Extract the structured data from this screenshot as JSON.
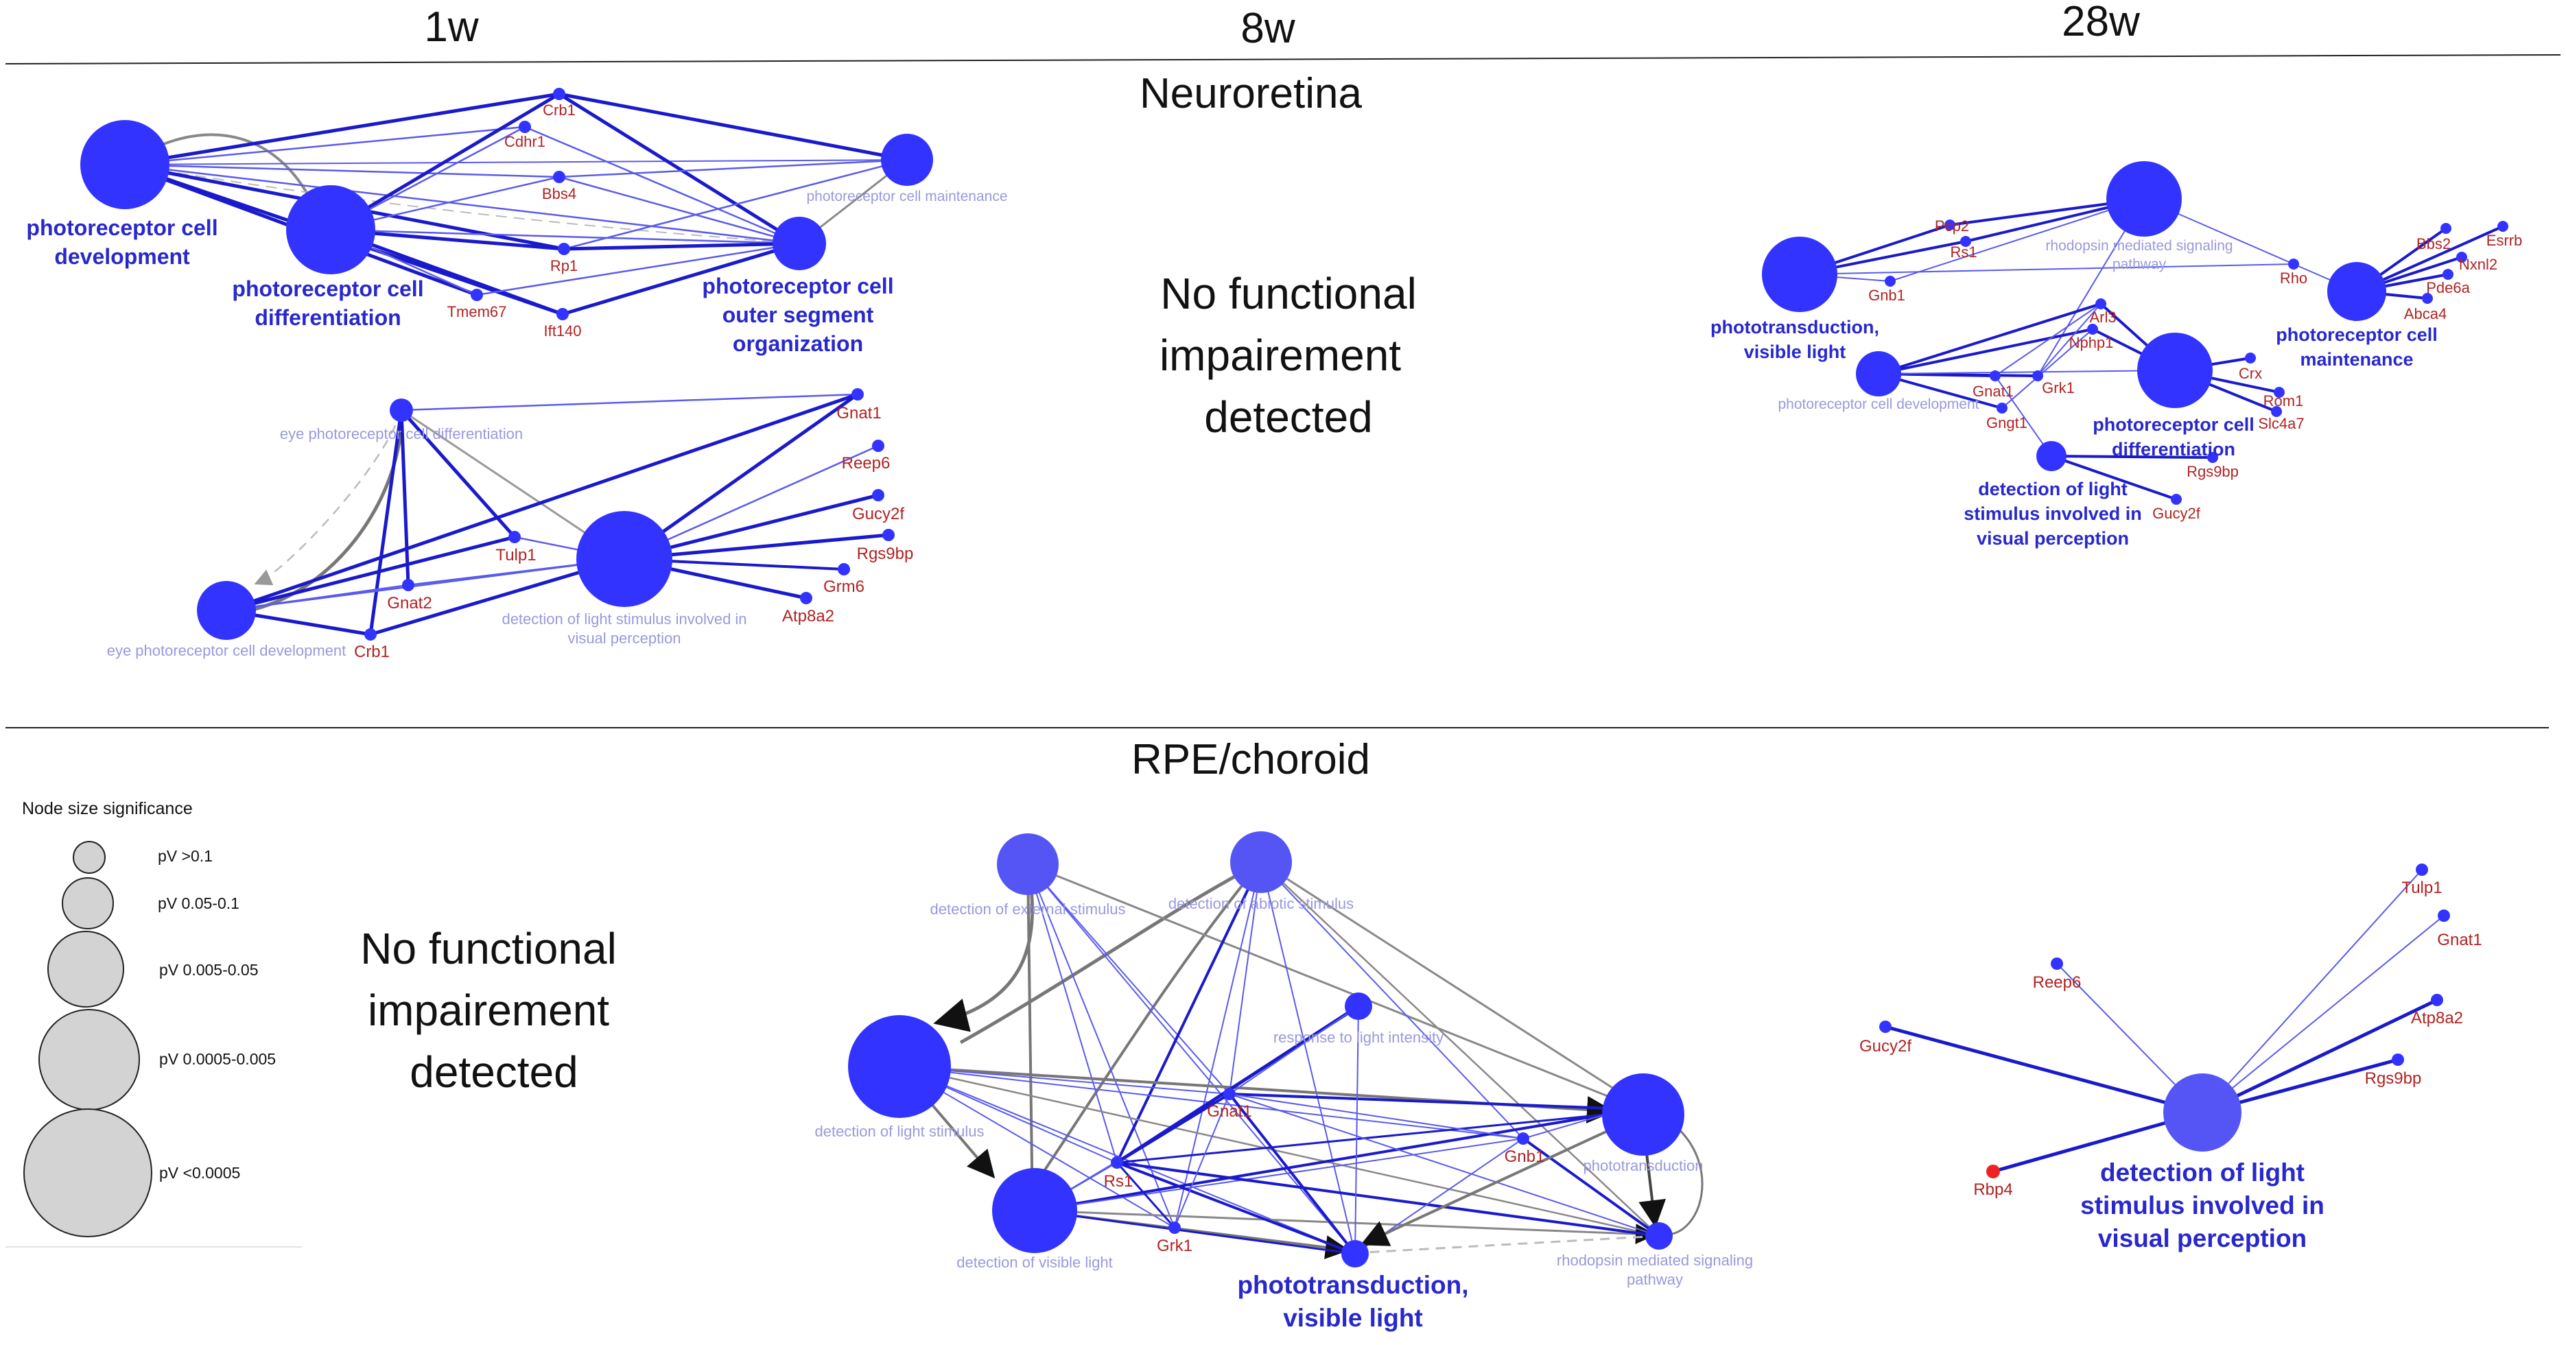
{
  "columns": {
    "w1": "1w",
    "w8": "8w",
    "w28": "28w"
  },
  "rows": {
    "neuroretina": "Neuroretina",
    "rpe": "RPE/choroid"
  },
  "messages": {
    "nr8w": [
      "No functional",
      "impairement",
      "detected"
    ],
    "rpe1w": [
      "No functional",
      "impairement",
      "detected"
    ]
  },
  "legend": {
    "title": "Node size significance",
    "items": [
      "pV >0.1",
      "pV 0.05-0.1",
      "pV 0.005-0.05",
      "pV 0.0005-0.005",
      "pV <0.0005"
    ]
  },
  "nr1w_a": {
    "terms": {
      "dev": [
        "photoreceptor cell",
        "development"
      ],
      "diff": [
        "photoreceptor cell",
        "differentiation"
      ],
      "outer": [
        "photoreceptor cell",
        "outer segment",
        "organization"
      ],
      "maint": "photoreceptor cell maintenance"
    },
    "genes": [
      "Crb1",
      "Cdhr1",
      "Bbs4",
      "Rp1",
      "Tmem67",
      "Ift140"
    ]
  },
  "nr1w_b": {
    "terms": {
      "eyediff": "eye photoreceptor cell differentiation",
      "eyedev": "eye photoreceptor cell development",
      "light": [
        "detection of light stimulus involved in",
        "visual perception"
      ]
    },
    "genes": [
      "Gnat1",
      "Reep6",
      "Gucy2f",
      "Rgs9bp",
      "Grm6",
      "Atp8a2",
      "Tulp1",
      "Gnat2",
      "Crb1"
    ]
  },
  "nr28w": {
    "terms": {
      "photo": [
        "phototransduction,",
        "visible light"
      ],
      "rhod": [
        "rhodopsin mediated signaling",
        "pathway"
      ],
      "maint": [
        "photoreceptor cell",
        "maintenance"
      ],
      "diff": [
        "photoreceptor cell",
        "differentiation"
      ],
      "dev": "photoreceptor cell development",
      "light": [
        "detection of light",
        "stimulus involved in",
        "visual perception"
      ]
    },
    "genes": [
      "Pcp2",
      "Rs1",
      "Gnb1",
      "Rho",
      "Bbs2",
      "Esrrb",
      "Nxnl2",
      "Pde6a",
      "Abca4",
      "Arl3",
      "Nphp1",
      "Gnat1",
      "Grk1",
      "Gngt1",
      "Crx",
      "Rom1",
      "Slc4a7",
      "Rgs9bp",
      "Gucy2f"
    ]
  },
  "rpe8w": {
    "terms": {
      "ext": "detection of external stimulus",
      "abio": "detection of abiotic stimulus",
      "resp": "response to light intensity",
      "light": "detection of light stimulus",
      "vis": "detection of visible light",
      "photo": "phototransduction",
      "rhod": [
        "rhodopsin mediated signaling",
        "pathway"
      ],
      "photovis": [
        "phototransduction,",
        "visible light"
      ]
    },
    "genes": [
      "Gnat1",
      "Rs1",
      "Gnb1",
      "Grk1"
    ]
  },
  "rpe28w": {
    "term": [
      "detection of light",
      "stimulus involved in",
      "visual perception"
    ],
    "genes": [
      "Tulp1",
      "Gnat1",
      "Reep6",
      "Atp8a2",
      "Rgs9bp",
      "Gucy2f",
      "Rbp4"
    ]
  },
  "colors": {
    "node": "#3333ff",
    "node_light": "#5555f5",
    "edge_bold": "#1a1acc",
    "edge_thin": "#5a5aee",
    "edge_grey": "#888888",
    "edge_faint": "#aaaaaa",
    "gene_text": "#b22222",
    "legend_fill": "#d3d3d3"
  }
}
